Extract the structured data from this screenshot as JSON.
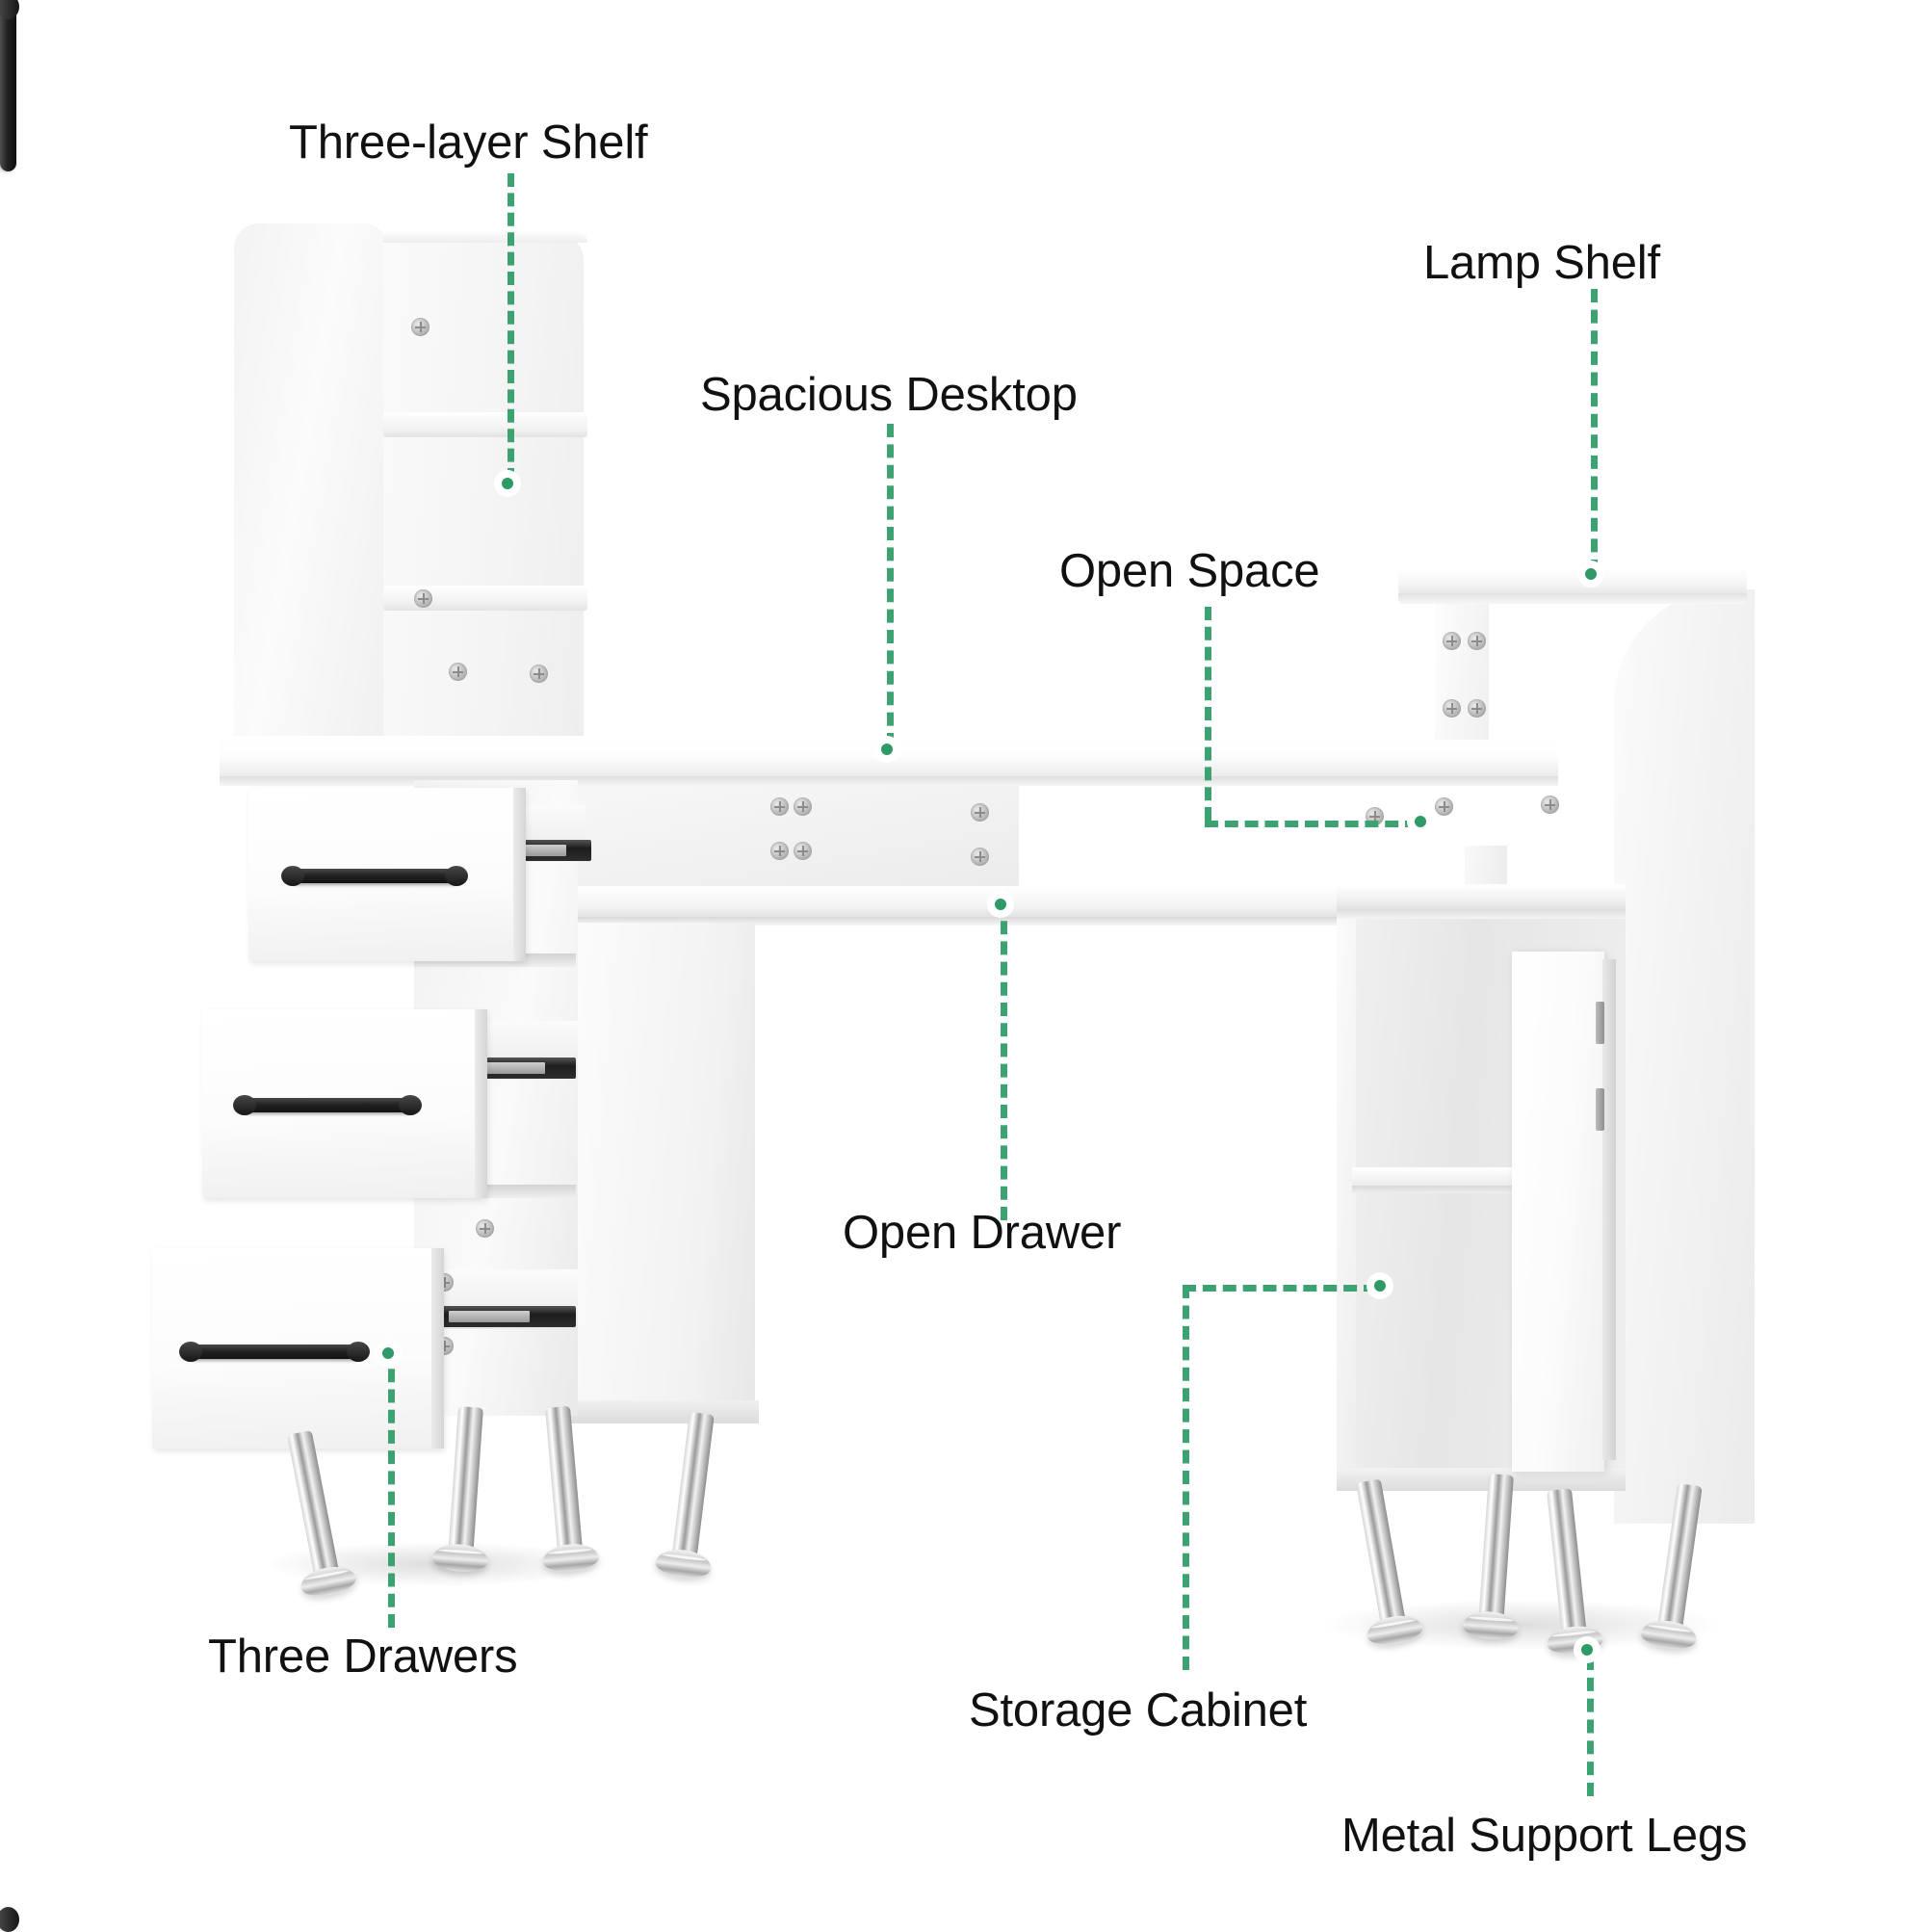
{
  "diagram": {
    "subject": "White computer desk with hutch, drawers and storage cabinet",
    "accent_color": "#3da271",
    "label_color": "#111111",
    "background_color": "#ffffff",
    "callouts": [
      {
        "id": "three-layer-shelf",
        "label": "Three-layer Shelf"
      },
      {
        "id": "spacious-desktop",
        "label": "Spacious Desktop"
      },
      {
        "id": "lamp-shelf",
        "label": "Lamp Shelf"
      },
      {
        "id": "open-space",
        "label": "Open Space"
      },
      {
        "id": "open-drawer",
        "label": "Open Drawer"
      },
      {
        "id": "three-drawers",
        "label": "Three Drawers"
      },
      {
        "id": "storage-cabinet",
        "label": "Storage Cabinet"
      },
      {
        "id": "metal-support-legs",
        "label": "Metal Support Legs"
      }
    ]
  }
}
